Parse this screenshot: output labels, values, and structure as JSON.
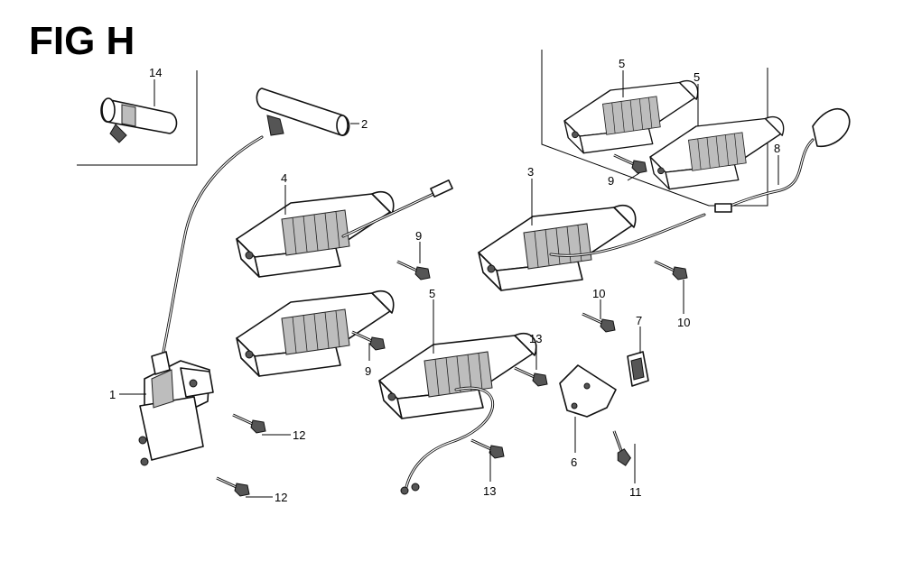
{
  "figure": {
    "title": "FIG H"
  },
  "callouts": [
    {
      "id": "c14",
      "part": "14"
    },
    {
      "id": "c2",
      "part": "2"
    },
    {
      "id": "c4",
      "part": "4"
    },
    {
      "id": "c1",
      "part": "1"
    },
    {
      "id": "c12a",
      "part": "12"
    },
    {
      "id": "c12b",
      "part": "12"
    },
    {
      "id": "c9a",
      "part": "9"
    },
    {
      "id": "c9b",
      "part": "9"
    },
    {
      "id": "c5a",
      "part": "5"
    },
    {
      "id": "c3",
      "part": "3"
    },
    {
      "id": "c5b",
      "part": "5"
    },
    {
      "id": "c5c",
      "part": "5"
    },
    {
      "id": "c9c",
      "part": "9"
    },
    {
      "id": "c8",
      "part": "8"
    },
    {
      "id": "c10a",
      "part": "10"
    },
    {
      "id": "c10b",
      "part": "10"
    },
    {
      "id": "c7",
      "part": "7"
    },
    {
      "id": "c13a",
      "part": "13"
    },
    {
      "id": "c13b",
      "part": "13"
    },
    {
      "id": "c6",
      "part": "6"
    },
    {
      "id": "c11",
      "part": "11"
    }
  ]
}
